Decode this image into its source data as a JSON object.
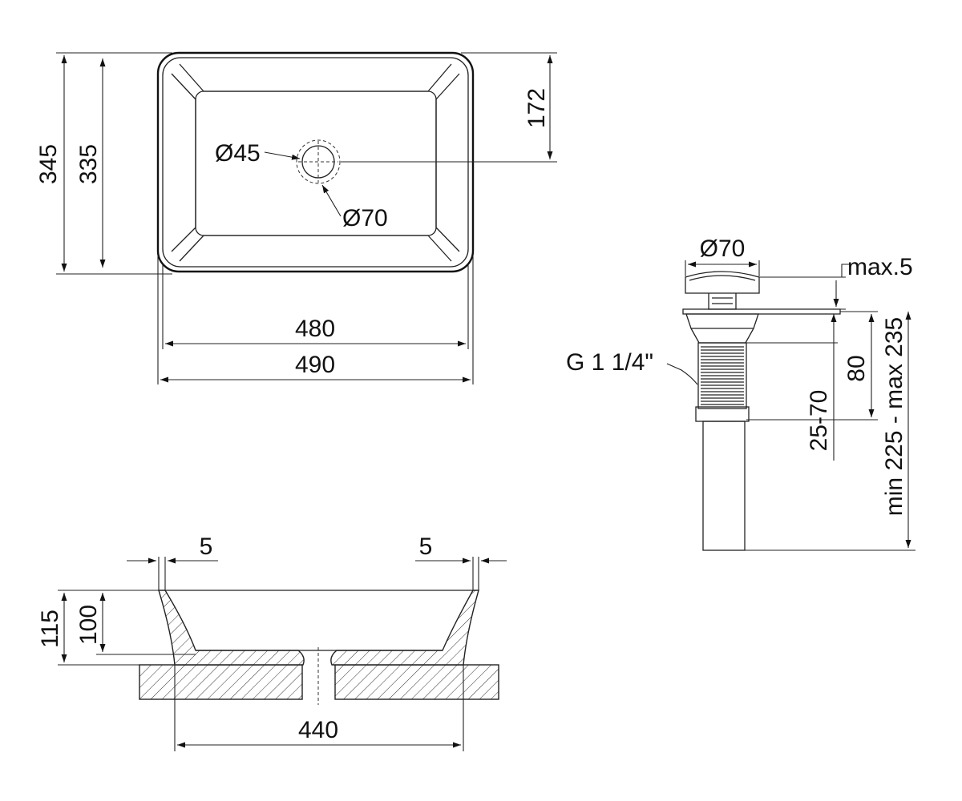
{
  "top_view": {
    "overall_depth": "345",
    "inner_depth": "335",
    "drain_offset": "172",
    "hole_small": "Ø45",
    "hole_large": "Ø70",
    "inner_width": "480",
    "overall_width": "490"
  },
  "drain_view": {
    "cap_diameter": "Ø70",
    "max_gap": "max.5",
    "thread": "G 1 1/4\"",
    "thread_length": "80",
    "thickness_range": "25-70",
    "total_length": "min 225 - max 235"
  },
  "section_view": {
    "left_wall": "5",
    "right_wall": "5",
    "total_height": "115",
    "bowl_height": "100",
    "base_width": "440"
  }
}
